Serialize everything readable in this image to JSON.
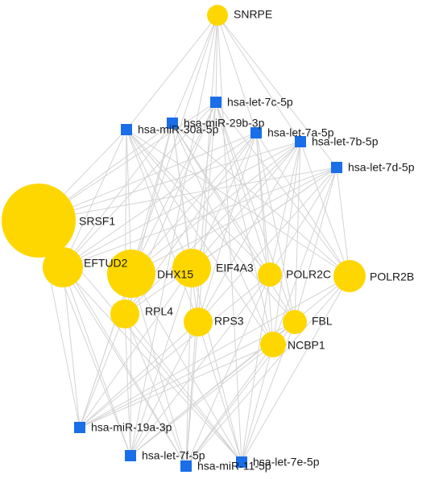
{
  "network": {
    "colors": {
      "gene_node": "#ffd700",
      "mirna_node": "#1a6ee8",
      "edge": "#d3d3d3"
    },
    "genes": [
      {
        "id": "SRSF1",
        "label": "SRSF1"
      },
      {
        "id": "EFTUD2",
        "label": "EFTUD2"
      },
      {
        "id": "DHX15",
        "label": "DHX15"
      },
      {
        "id": "EIF4A3",
        "label": "EIF4A3"
      },
      {
        "id": "POLR2C",
        "label": "POLR2C"
      },
      {
        "id": "POLR2B",
        "label": "POLR2B"
      },
      {
        "id": "RPL4",
        "label": "RPL4"
      },
      {
        "id": "RPS3",
        "label": "RPS3"
      },
      {
        "id": "FBL",
        "label": "FBL"
      },
      {
        "id": "NCBP1",
        "label": "NCBP1"
      },
      {
        "id": "SNRPE",
        "label": "SNRPE"
      }
    ],
    "mirnas": [
      {
        "id": "let7c",
        "label": "hsa-let-7c-5p"
      },
      {
        "id": "mir29b",
        "label": "hsa-miR-29b-3p"
      },
      {
        "id": "mir30a",
        "label": "hsa-miR-30a-5p"
      },
      {
        "id": "let7a",
        "label": "hsa-let-7a-5p"
      },
      {
        "id": "let7b",
        "label": "hsa-let-7b-5p"
      },
      {
        "id": "let7d",
        "label": "hsa-let-7d-5p"
      },
      {
        "id": "mir19a",
        "label": "hsa-miR-19a-3p"
      },
      {
        "id": "let7f",
        "label": "hsa-let-7f-5p"
      },
      {
        "id": "mir11",
        "label": "hsa-miR-11-5p"
      },
      {
        "id": "let7e",
        "label": "hsa-let-7e-5p"
      }
    ]
  }
}
